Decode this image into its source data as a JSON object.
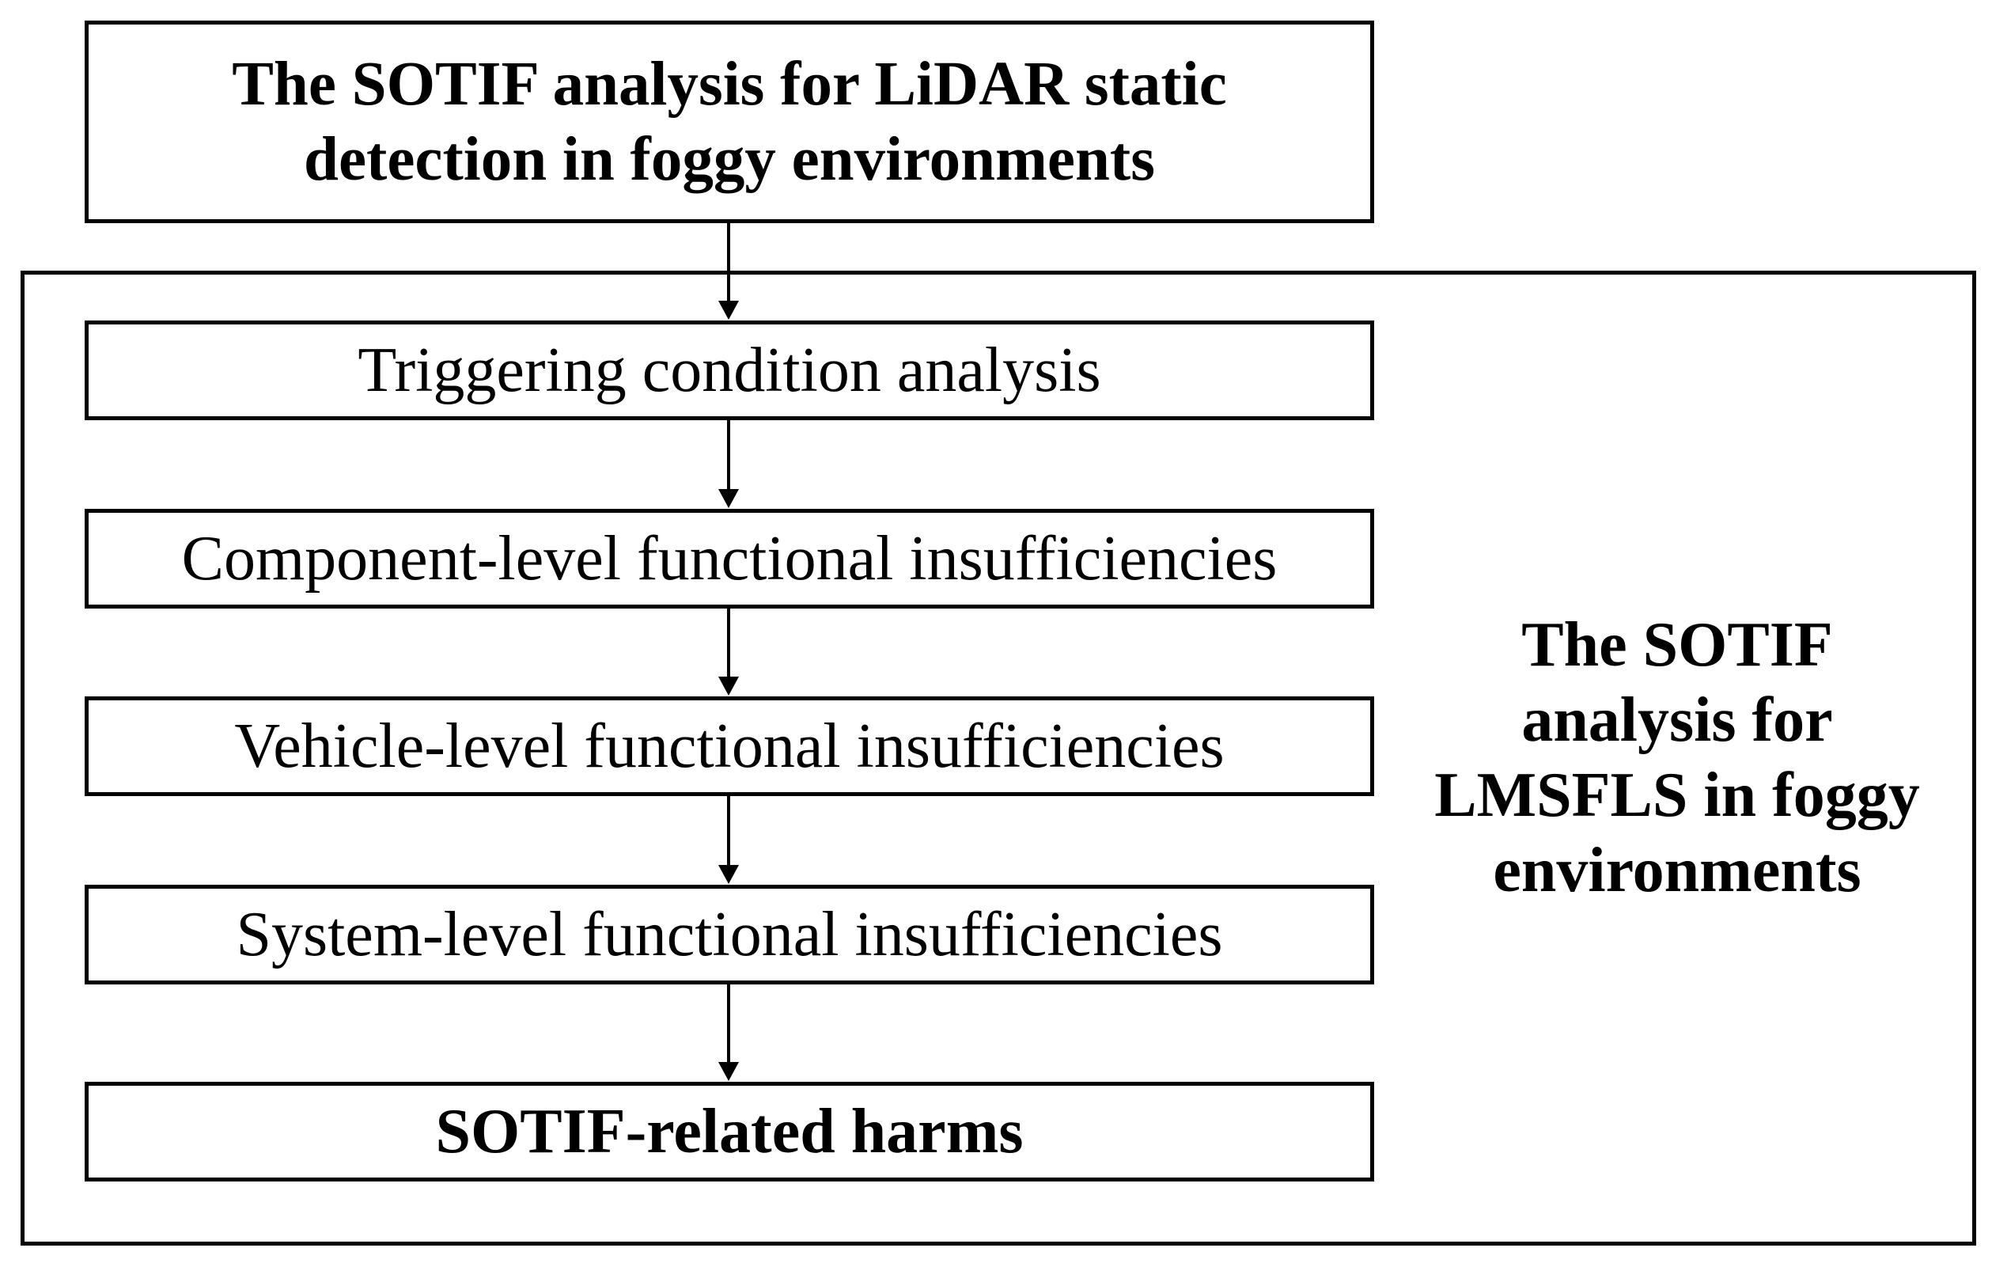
{
  "top_box": {
    "lines": [
      "The SOTIF analysis for LiDAR static",
      "detection in foggy environments"
    ]
  },
  "steps": [
    {
      "label": "Triggering condition analysis"
    },
    {
      "label": "Component-level functional insufficiencies"
    },
    {
      "label": "Vehicle-level functional insufficiencies"
    },
    {
      "label": "System-level functional insufficiencies"
    },
    {
      "label": "SOTIF-related harms"
    }
  ],
  "side_label": {
    "lines": [
      "The SOTIF",
      "analysis for",
      "LMSFLS in foggy",
      "environments"
    ]
  },
  "colors": {
    "stroke": "#000000",
    "background": "#ffffff"
  }
}
